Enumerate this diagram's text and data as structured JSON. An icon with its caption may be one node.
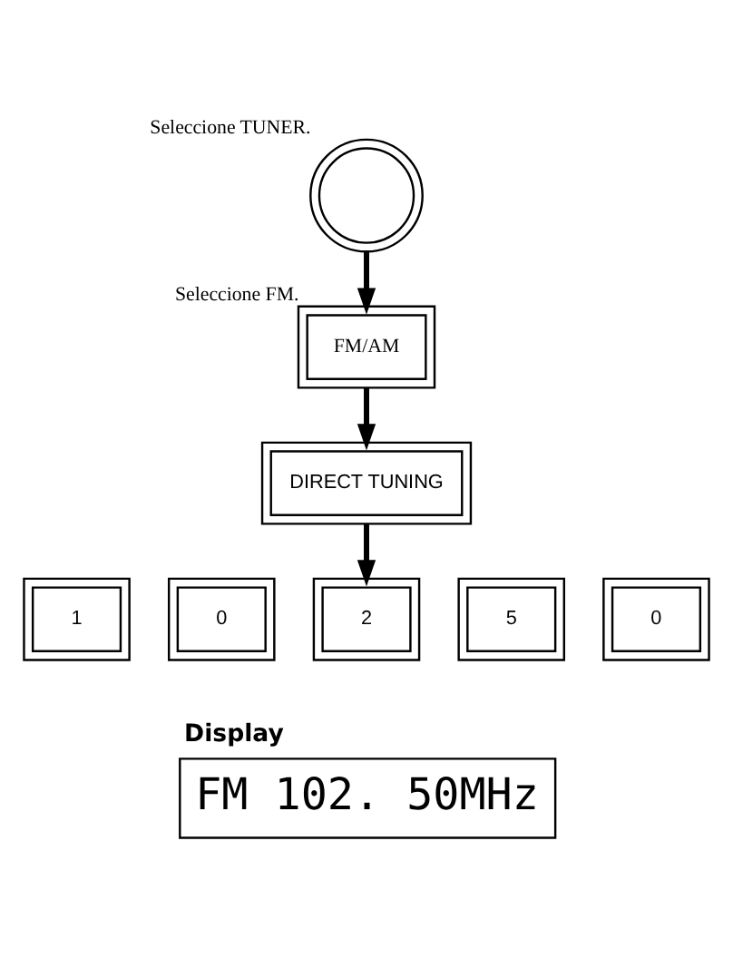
{
  "diagram": {
    "nodes": [
      {
        "text": [],
        "shape": "circle",
        "beside": [
          "Seleccione TUNER."
        ]
      },
      {
        "text": [
          "FM/AM"
        ],
        "beside": [
          "Seleccione FM."
        ]
      },
      {
        "text": [
          "DIRECT TUNING"
        ]
      },
      {
        "text": [
          "1"
        ]
      },
      {
        "text": [
          "0"
        ]
      },
      {
        "text": [
          "2"
        ]
      },
      {
        "text": [
          "5"
        ]
      },
      {
        "text": [
          "0"
        ]
      },
      {
        "text": [
          "Display",
          "FM 102. 50MHz"
        ]
      }
    ],
    "edges": [
      {
        "from": 0,
        "to": 1,
        "arrow": "to"
      },
      {
        "from": 1,
        "to": 2,
        "arrow": "to"
      },
      {
        "from": 2,
        "to": 5,
        "arrow": "to"
      }
    ]
  }
}
